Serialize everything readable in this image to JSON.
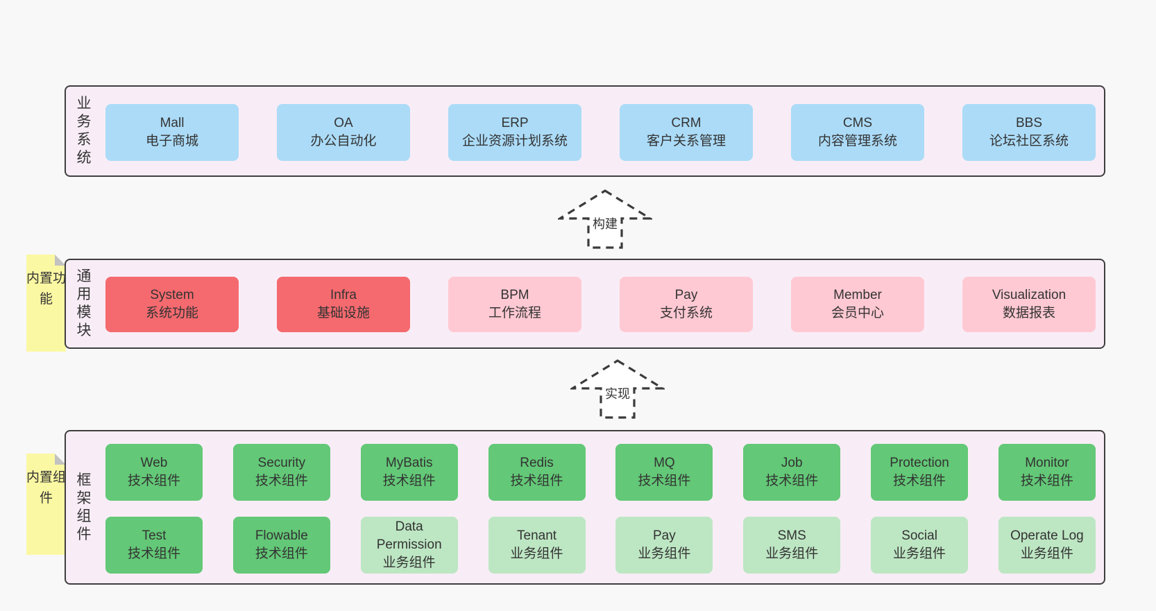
{
  "colors": {
    "page_bg": "#f8f8f8",
    "layer_bg": "#f8edf6",
    "layer_border": "#3e3e3e",
    "blue": "#abdbf7",
    "red": "#f56a6f",
    "pink": "#ffc9d3",
    "green": "#63c877",
    "green_light": "#bde6c3",
    "sticky_yellow": "#fbf8a3",
    "sticky_fold": "#c2c2c2",
    "text": "#333333"
  },
  "business": {
    "label": "业务系统",
    "boxes": [
      {
        "name": "Mall",
        "desc": "电子商城",
        "variant": "blue"
      },
      {
        "name": "OA",
        "desc": "办公自动化",
        "variant": "blue"
      },
      {
        "name": "ERP",
        "desc": "企业资源计划系统",
        "variant": "blue"
      },
      {
        "name": "CRM",
        "desc": "客户关系管理",
        "variant": "blue"
      },
      {
        "name": "CMS",
        "desc": "内容管理系统",
        "variant": "blue"
      },
      {
        "name": "BBS",
        "desc": "论坛社区系统",
        "variant": "blue"
      }
    ]
  },
  "arrows": {
    "build": "构建",
    "implement": "实现"
  },
  "common": {
    "label": "通用模块",
    "sticky": "内置功能",
    "boxes": [
      {
        "name": "System",
        "desc": "系统功能",
        "variant": "red"
      },
      {
        "name": "Infra",
        "desc": "基础设施",
        "variant": "red"
      },
      {
        "name": "BPM",
        "desc": "工作流程",
        "variant": "pink"
      },
      {
        "name": "Pay",
        "desc": "支付系统",
        "variant": "pink"
      },
      {
        "name": "Member",
        "desc": "会员中心",
        "variant": "pink"
      },
      {
        "name": "Visualization",
        "desc": "数据报表",
        "variant": "pink"
      }
    ]
  },
  "framework": {
    "label": "框架组件",
    "sticky": "内置组件",
    "row1": [
      {
        "name": "Web",
        "desc": "技术组件",
        "variant": "green"
      },
      {
        "name": "Security",
        "desc": "技术组件",
        "variant": "green"
      },
      {
        "name": "MyBatis",
        "desc": "技术组件",
        "variant": "green"
      },
      {
        "name": "Redis",
        "desc": "技术组件",
        "variant": "green"
      },
      {
        "name": "MQ",
        "desc": "技术组件",
        "variant": "green"
      },
      {
        "name": "Job",
        "desc": "技术组件",
        "variant": "green"
      },
      {
        "name": "Protection",
        "desc": "技术组件",
        "variant": "green"
      },
      {
        "name": "Monitor",
        "desc": "技术组件",
        "variant": "green"
      }
    ],
    "row2": [
      {
        "name": "Test",
        "desc": "技术组件",
        "variant": "green"
      },
      {
        "name": "Flowable",
        "desc": "技术组件",
        "variant": "green"
      },
      {
        "name": "Data Permission",
        "desc": "业务组件",
        "variant": "green-light"
      },
      {
        "name": "Tenant",
        "desc": "业务组件",
        "variant": "green-light"
      },
      {
        "name": "Pay",
        "desc": "业务组件",
        "variant": "green-light"
      },
      {
        "name": "SMS",
        "desc": "业务组件",
        "variant": "green-light"
      },
      {
        "name": "Social",
        "desc": "业务组件",
        "variant": "green-light"
      },
      {
        "name": "Operate Log",
        "desc": "业务组件",
        "variant": "green-light"
      }
    ]
  }
}
